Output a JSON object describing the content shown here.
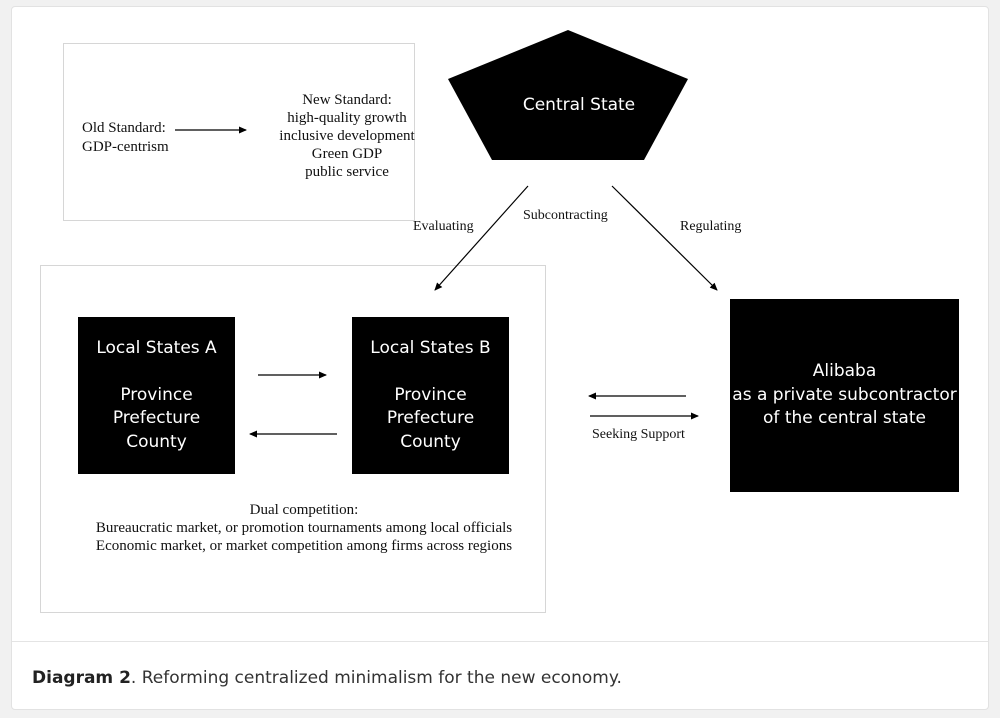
{
  "diagram": {
    "standards": {
      "old_line1": "Old Standard:",
      "old_line2": "GDP-centrism",
      "new_lines": [
        "New Standard:",
        "high-quality growth",
        "inclusive development",
        "Green GDP",
        "public service"
      ]
    },
    "central_state": "Central State",
    "edge_labels": {
      "evaluating": "Evaluating",
      "subcontracting": "Subcontracting",
      "regulating": "Regulating",
      "seeking_support": "Seeking Support"
    },
    "local_a": {
      "title": "Local States A",
      "lines": [
        "Province",
        "Prefecture",
        "County"
      ]
    },
    "local_b": {
      "title": "Local States B",
      "lines": [
        "Province",
        "Prefecture",
        "County"
      ]
    },
    "alibaba": {
      "lines": [
        "Alibaba",
        "as a private subcontractor",
        "of the central state"
      ]
    },
    "dual_competition": {
      "lines": [
        "Dual competition:",
        "Bureaucratic market, or promotion tournaments among local officials",
        "Economic market, or market competition among firms across regions"
      ]
    }
  },
  "caption": {
    "label": "Diagram 2",
    "text": ". Reforming centralized minimalism for the new economy."
  },
  "colors": {
    "box_fill": "#000000",
    "box_text": "#ffffff",
    "panel_border": "#d6d6d6",
    "page_background": "#f1f1f1"
  }
}
